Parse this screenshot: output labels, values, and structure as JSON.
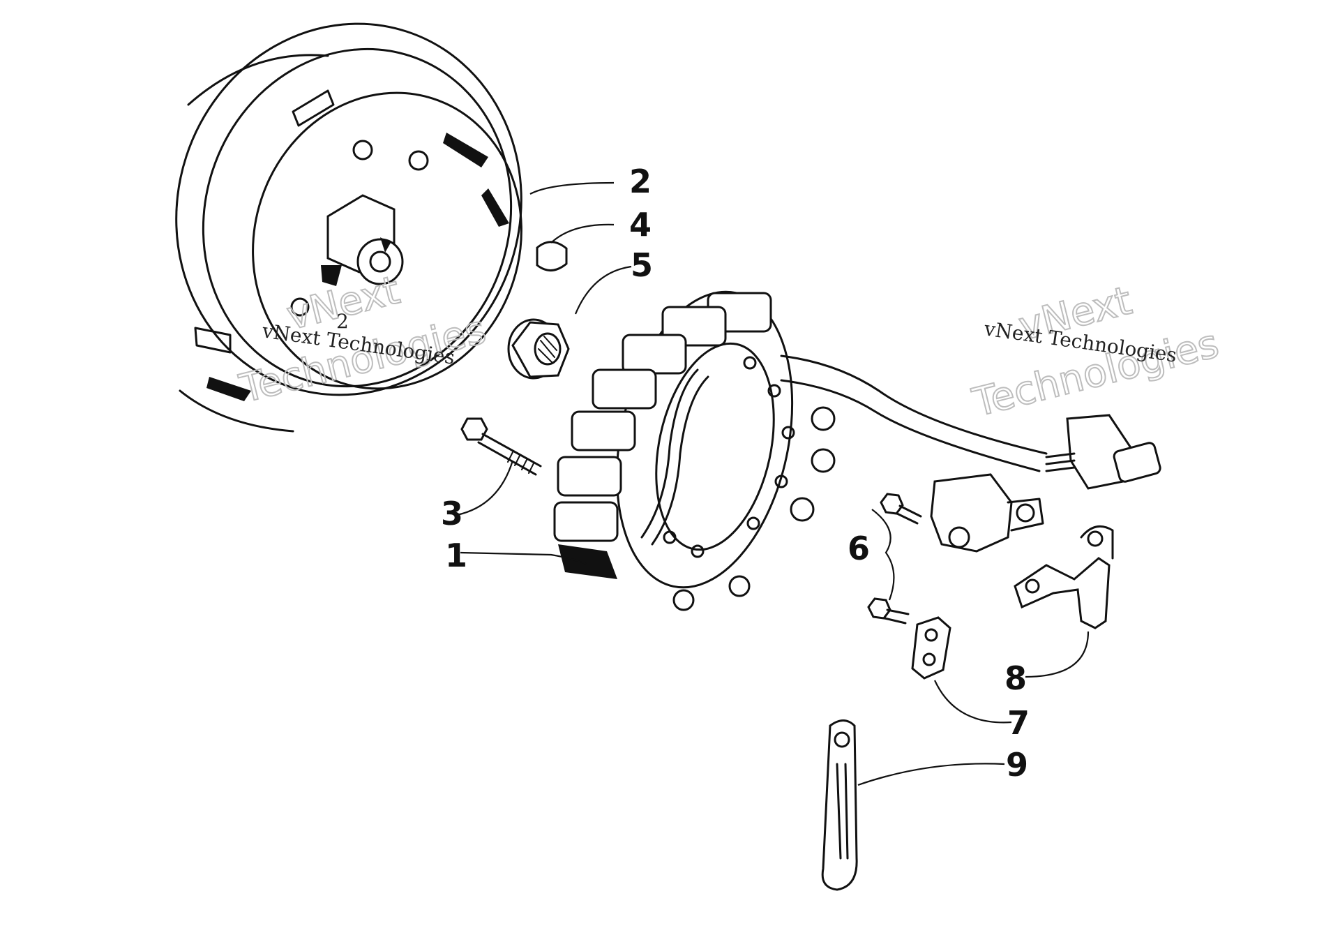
{
  "callouts": [
    {
      "id": "1",
      "label": "1"
    },
    {
      "id": "2",
      "label": "2"
    },
    {
      "id": "3",
      "label": "3"
    },
    {
      "id": "4",
      "label": "4"
    },
    {
      "id": "5",
      "label": "5"
    },
    {
      "id": "6",
      "label": "6"
    },
    {
      "id": "7",
      "label": "7"
    },
    {
      "id": "8",
      "label": "8"
    },
    {
      "id": "9",
      "label": "9"
    }
  ],
  "watermarks": [
    {
      "line1": "vNext",
      "line2": "Technologies",
      "small": "vNext Technologies"
    },
    {
      "line1": "vNext",
      "line2": "Technologies",
      "small": "vNext Technologies"
    }
  ],
  "flywheel_stamp": "2"
}
